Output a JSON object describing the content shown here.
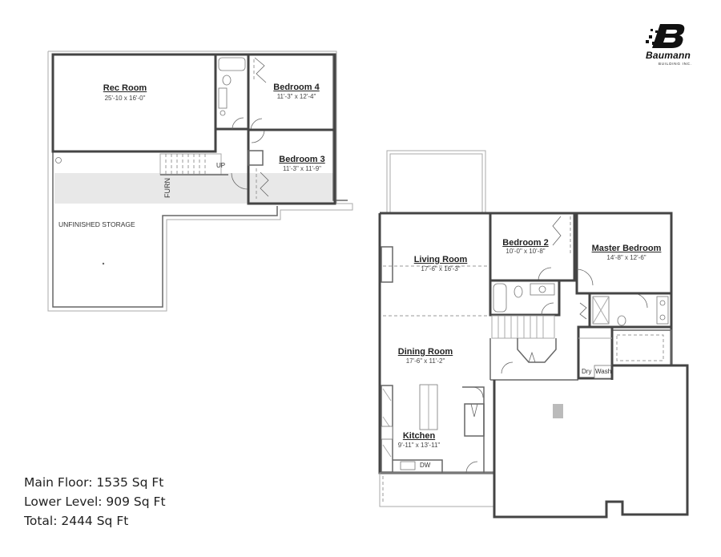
{
  "brand": {
    "name": "Baumann",
    "subtitle": "BUILDING INC.",
    "logo_icon": "b-letter-logo-icon"
  },
  "lower_level": {
    "rooms": [
      {
        "name": "Rec Room",
        "dimensions": "25'-10 x 16'-0\""
      },
      {
        "name": "Bedroom 4",
        "dimensions": "11'-3\" x 12'-4\""
      },
      {
        "name": "Bedroom 3",
        "dimensions": "11'-3\" x 11'-9\""
      }
    ],
    "labels": {
      "storage": "UNFINISHED STORAGE",
      "stairs": "UP",
      "furnace": "FURN"
    }
  },
  "main_floor": {
    "rooms": [
      {
        "name": "Living Room",
        "dimensions": "17'-6\" x 16'-3\""
      },
      {
        "name": "Bedroom 2",
        "dimensions": "10'-0\" x 10'-8\""
      },
      {
        "name": "Master Bedroom",
        "dimensions": "14'-8\" x 12'-6\""
      },
      {
        "name": "Dining Room",
        "dimensions": "17'-6\" x 11'-2\""
      },
      {
        "name": "Kitchen",
        "dimensions": "9'-11\" x 13'-11\""
      }
    ],
    "labels": {
      "dryer": "Dry",
      "washer": "Wash",
      "dishwasher": "DW"
    }
  },
  "square_footage": {
    "main_floor": "Main Floor: 1535 Sq Ft",
    "lower_level": "Lower Level: 909 Sq Ft",
    "total": "Total: 2444 Sq Ft"
  }
}
